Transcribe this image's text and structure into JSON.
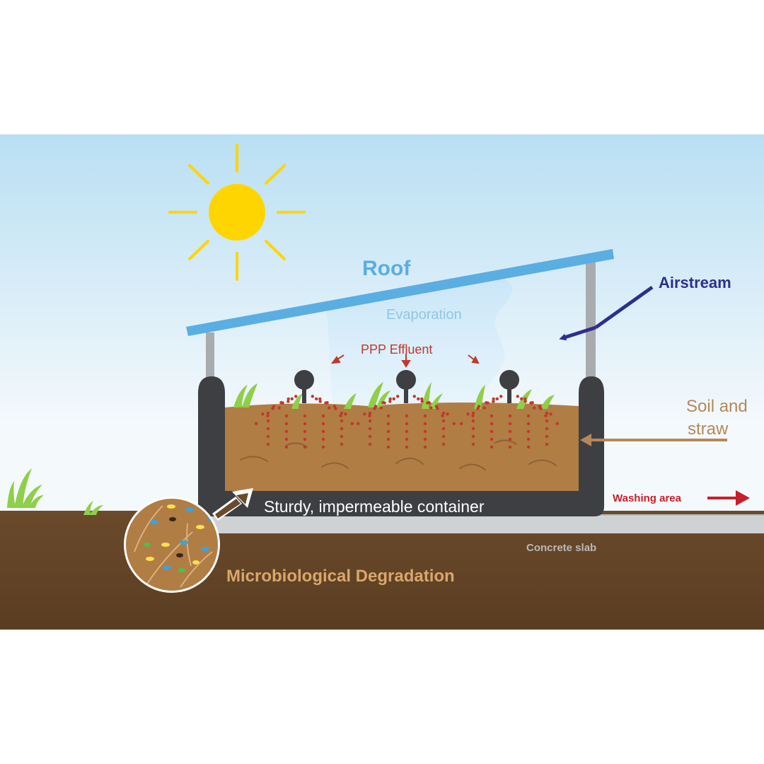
{
  "labels": {
    "roof": "Roof",
    "evaporation": "Evaporation",
    "ppp_effluent": "PPP Effluent",
    "airstream": "Airstream",
    "soil_and_straw_line1": "Soil and",
    "soil_and_straw_line2": "straw",
    "washing_area": "Washing area",
    "container": "Sturdy, impermeable container",
    "concrete_slab": "Concrete slab",
    "microbiological_degradation": "Microbiological Degradation"
  },
  "colors": {
    "sky_top": "#b9dff3",
    "sky_bottom": "#f4f9fc",
    "ground": "#6b4a2b",
    "soil": "#b07d45",
    "container": "#3d3f43",
    "slab": "#cfd2d4",
    "roof": "#5aaee2",
    "sun": "#ffd500",
    "airstream": "#2e2e8f",
    "soil_arrow": "#b4885a",
    "washing_arrow": "#c8202a",
    "effluent": "#c0392b",
    "micro_text": "#d8a76a"
  },
  "icons": {
    "sun": "sun-icon",
    "grass": "grass-icon",
    "sprinkler": "sprinkler-icon",
    "magnifier": "magnifier-circle-icon"
  }
}
